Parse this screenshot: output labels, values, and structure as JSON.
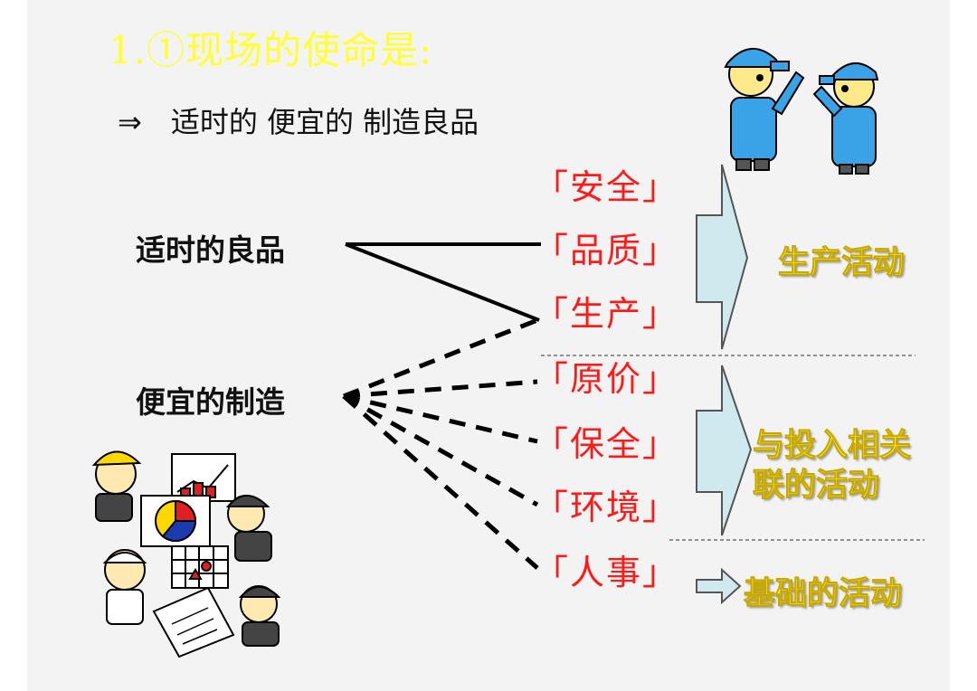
{
  "title": "1.①现场的使命是:",
  "subtitle": "⇒　适时的 便宜的 制造良品",
  "left_labels": {
    "good_products": "适时的良品",
    "cheap_manufacturing": "便宜的制造"
  },
  "items": [
    {
      "label": "「安全」"
    },
    {
      "label": "「品质」"
    },
    {
      "label": "「生产」"
    },
    {
      "label": "「原价」"
    },
    {
      "label": "「保全」"
    },
    {
      "label": "「环境」"
    },
    {
      "label": "「人事」"
    }
  ],
  "outcomes": {
    "production": "生产活动",
    "input_line1": "与投入相关",
    "input_line2": "联的活动",
    "basic": "基础的活动"
  },
  "colors": {
    "title": "#ffff33",
    "item": "#ff1a1a",
    "arrow_fill": "#cfe9ee",
    "outcome": "#ffff33"
  },
  "illustrations": [
    "two-workers-pointing-illustration",
    "team-meeting-charts-illustration"
  ]
}
